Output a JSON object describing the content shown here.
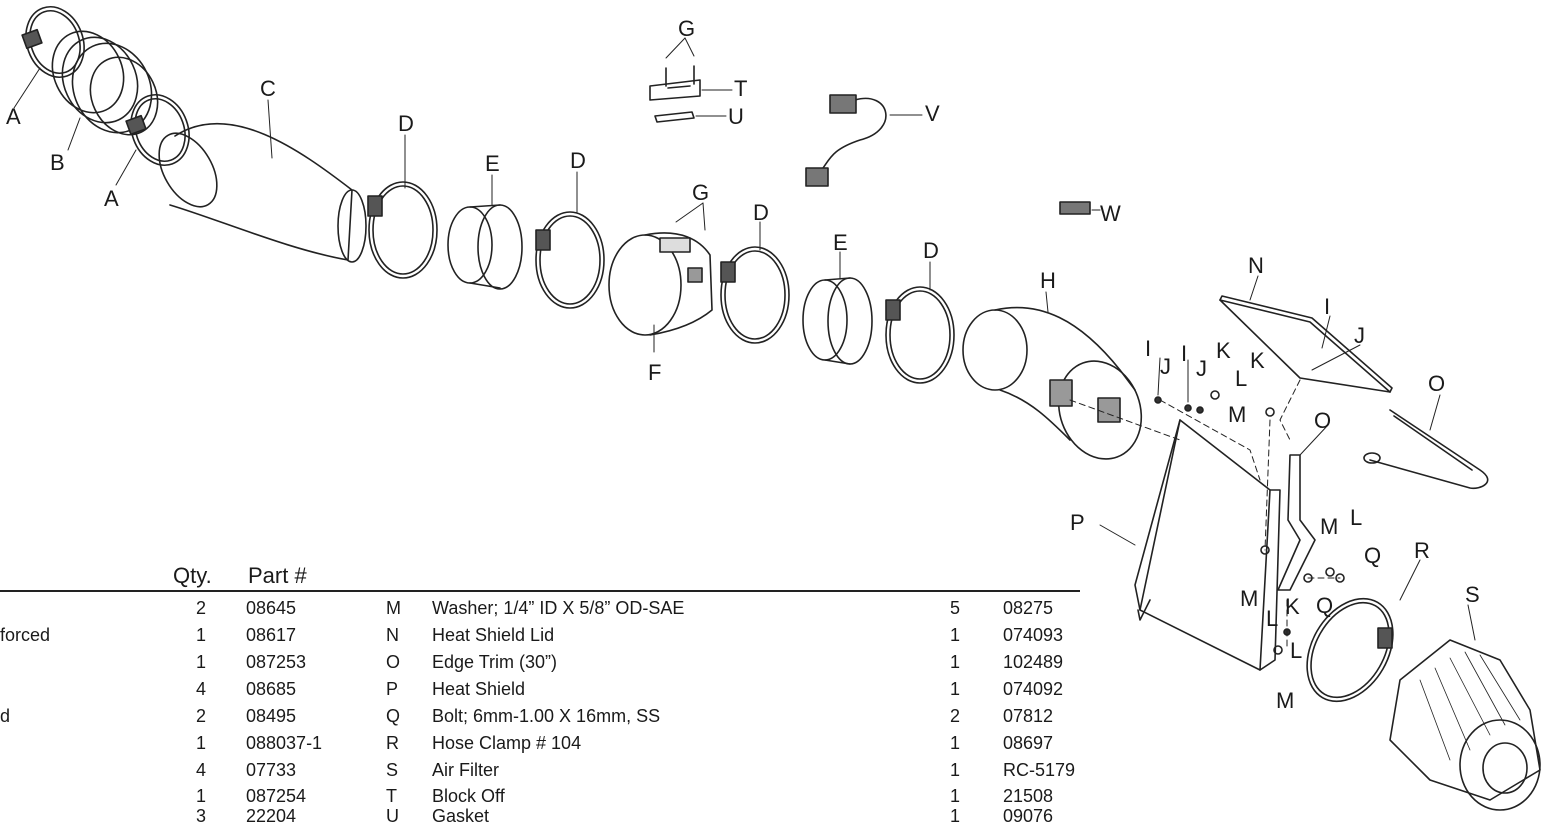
{
  "callouts": {
    "a": "A",
    "b": "B",
    "c": "C",
    "d": "D",
    "e": "E",
    "f": "F",
    "g": "G",
    "h": "H",
    "i": "I",
    "j": "J",
    "k": "K",
    "l": "L",
    "m": "M",
    "n": "N",
    "o": "O",
    "p": "P",
    "q": "Q",
    "r": "R",
    "s": "S",
    "t": "T",
    "u": "U",
    "v": "V",
    "w": "W"
  },
  "parts_table": {
    "headers": {
      "qty": "Qty.",
      "part": "Part #"
    },
    "left_rows": [
      {
        "desc": "",
        "qty": "2",
        "part": "08645"
      },
      {
        "desc": "forced",
        "qty": "1",
        "part": "08617"
      },
      {
        "desc": "",
        "qty": "1",
        "part": "087253"
      },
      {
        "desc": "",
        "qty": "4",
        "part": "08685"
      },
      {
        "desc": "d",
        "qty": "2",
        "part": "08495"
      },
      {
        "desc": "",
        "qty": "1",
        "part": "088037-1"
      },
      {
        "desc": "",
        "qty": "4",
        "part": "07733"
      },
      {
        "desc": "",
        "qty": "1",
        "part": "087254"
      },
      {
        "desc": "",
        "qty": "3",
        "part": "22204"
      }
    ],
    "right_rows": [
      {
        "key": "M",
        "desc": "Washer; 1/4” ID X 5/8” OD-SAE",
        "qty": "5",
        "part": "08275"
      },
      {
        "key": "N",
        "desc": "Heat Shield Lid",
        "qty": "1",
        "part": "074093"
      },
      {
        "key": "O",
        "desc": "Edge Trim (30”)",
        "qty": "1",
        "part": "102489"
      },
      {
        "key": "P",
        "desc": "Heat Shield",
        "qty": "1",
        "part": "074092"
      },
      {
        "key": "Q",
        "desc": "Bolt; 6mm-1.00 X 16mm, SS",
        "qty": "2",
        "part": "07812"
      },
      {
        "key": "R",
        "desc": "Hose Clamp # 104",
        "qty": "1",
        "part": "08697"
      },
      {
        "key": "S",
        "desc": "Air Filter",
        "qty": "1",
        "part": "RC-5179"
      },
      {
        "key": "T",
        "desc": "Block Off",
        "qty": "1",
        "part": "21508"
      },
      {
        "key": "U",
        "desc": "Gasket",
        "qty": "1",
        "part": "09076"
      }
    ]
  }
}
